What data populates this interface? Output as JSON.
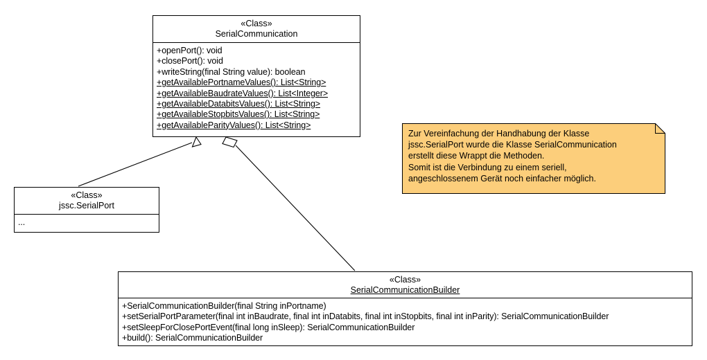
{
  "diagram": {
    "type": "uml-class-diagram",
    "background_color": "#ffffff",
    "line_color": "#000000",
    "note_fill_color": "#fcce7b",
    "classes": [
      {
        "id": "serial-communication",
        "stereotype": "«Class»",
        "name": "SerialCommunication",
        "name_underlined": false,
        "members": [
          {
            "text": "+openPort(): void",
            "static": false
          },
          {
            "text": "+closePort(): void",
            "static": false
          },
          {
            "text": "+writeString(final String value): boolean",
            "static": false
          },
          {
            "text": "+getAvailablePortnameValues(): List<String>",
            "static": true
          },
          {
            "text": "+getAvailableBaudrateValues(): List<Integer>",
            "static": true
          },
          {
            "text": "+getAvailableDatabitsValues(): List<String>",
            "static": true
          },
          {
            "text": "+getAvailableStopbitsValues(): List<String>",
            "static": true
          },
          {
            "text": "+getAvailableParityValues(): List<String>",
            "static": true
          }
        ]
      },
      {
        "id": "jssc-serialport",
        "stereotype": "«Class»",
        "name": "jssc.SerialPort",
        "name_underlined": false,
        "members": [
          {
            "text": "...",
            "static": false
          }
        ]
      },
      {
        "id": "serial-communication-builder",
        "stereotype": "«Class»",
        "name": "SerialCommunicationBuilder",
        "name_underlined": true,
        "members": [
          {
            "text": "+SerialCommunicationBuilder(final String inPortname)",
            "static": false
          },
          {
            "text": "+setSerialPortParameter(final int inBaudrate, final int inDatabits, final int inStopbits, final int inParity): SerialCommunicationBuilder",
            "static": false
          },
          {
            "text": "+setSleepForClosePortEvent(final long inSleep): SerialCommunicationBuilder",
            "static": false
          },
          {
            "text": "+build(): SerialCommunicationBuilder",
            "static": false
          }
        ]
      }
    ],
    "note": {
      "id": "note-serial-communication",
      "text": "Zur Vereinfachung der Handhabung der Klasse\njssc.SerialPort wurde die Klasse SerialCommunication\nerstellt diese Wrappt die Methoden.\nSomit ist die Verbindung zu einem seriell,\nangeschlossenem Gerät noch einfacher möglich."
    },
    "relationships": [
      {
        "id": "generalization-jssc-to-serialcommunication",
        "kind": "generalization",
        "from": "jssc-serialport",
        "to": "serial-communication",
        "marker": "hollow-triangle"
      },
      {
        "id": "aggregation-serialcommunication-to-builder",
        "kind": "aggregation",
        "from": "serial-communication",
        "to": "serial-communication-builder",
        "marker": "hollow-diamond"
      }
    ]
  }
}
